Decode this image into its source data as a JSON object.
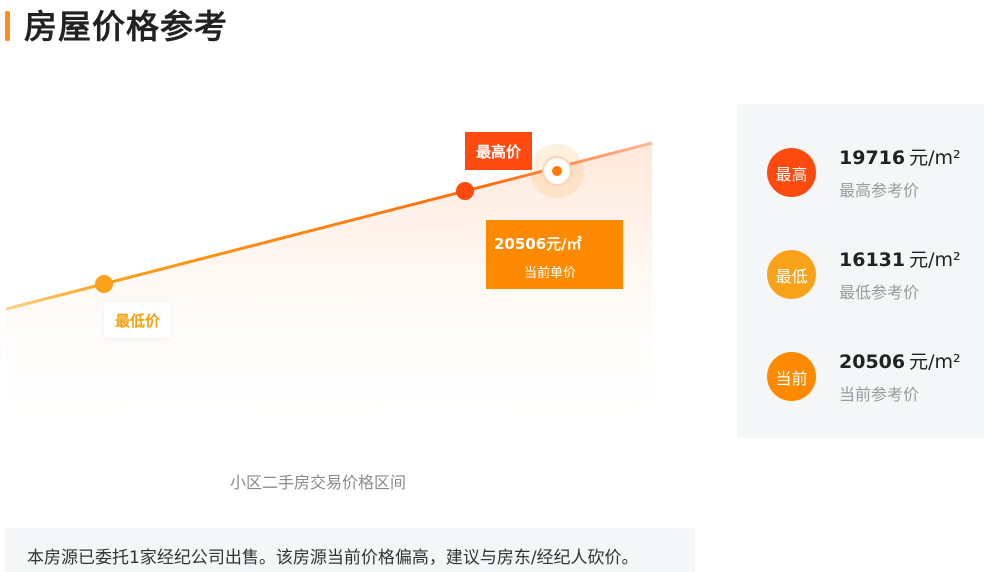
{
  "header": {
    "title": "房屋价格参考"
  },
  "chart": {
    "high_tag": "最高价",
    "low_tag": "最低价",
    "current_value": "20506元/㎡",
    "current_label": "当前单价",
    "caption": "小区二手房交易价格区间"
  },
  "colors": {
    "high": "#ff4a0f",
    "low": "#f5a00e",
    "current": "#ff8a00",
    "accent": "#ff8c1a"
  },
  "price_panel": {
    "rows": [
      {
        "badge": "最高",
        "value": "19716",
        "unit": "元/m²",
        "label": "最高参考价"
      },
      {
        "badge": "最低",
        "value": "16131",
        "unit": "元/m²",
        "label": "最低参考价"
      },
      {
        "badge": "当前",
        "value": "20506",
        "unit": "元/m²",
        "label": "当前参考价"
      }
    ]
  },
  "notice": {
    "text": "本房源已委托1家经纪公司出售。该房源当前价格偏高，建议与房东/经纪人砍价。"
  }
}
